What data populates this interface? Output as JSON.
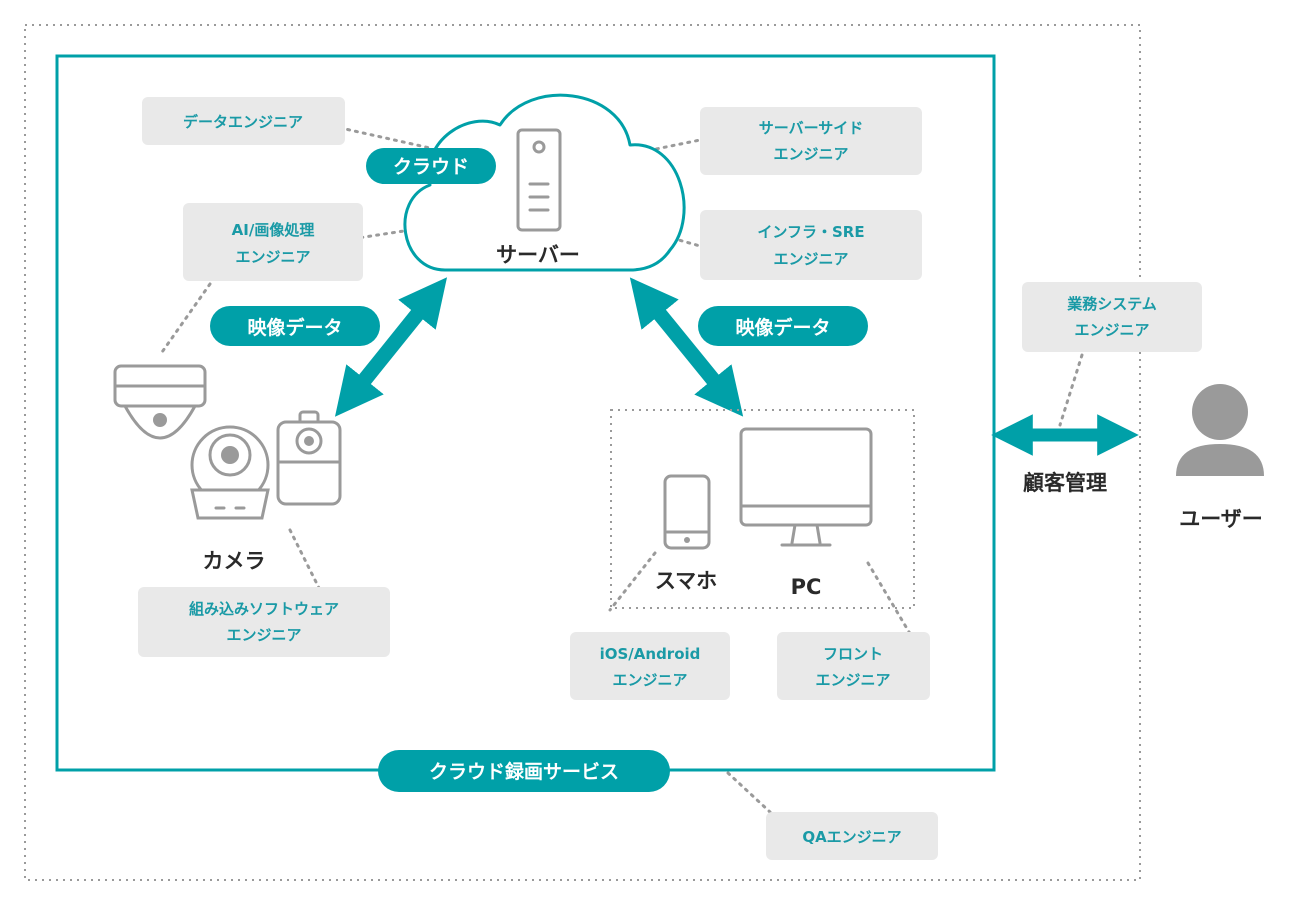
{
  "colors": {
    "accent": "#00a0a8",
    "role_text": "#1a9aa6",
    "box": "#e9e9e9",
    "device": "#9a9a9a"
  },
  "labels": {
    "cloud_pill": "クラウド",
    "server": "サーバー",
    "data_flow_left": "映像データ",
    "data_flow_right": "映像データ",
    "camera": "カメラ",
    "smartphone": "スマホ",
    "pc": "PC",
    "customer_mgmt": "顧客管理",
    "user": "ユーザー",
    "service_pill": "クラウド録画サービス"
  },
  "roles": {
    "data_engineer": [
      "データエンジニア"
    ],
    "server_side": [
      "サーバーサイド",
      "エンジニア"
    ],
    "ai": [
      "AI/画像処理",
      "エンジニア"
    ],
    "infra": [
      "インフラ・SRE",
      "エンジニア"
    ],
    "business": [
      "業務システム",
      "エンジニア"
    ],
    "embedded": [
      "組み込みソフトウェア",
      "エンジニア"
    ],
    "mobile": [
      "iOS/Android",
      "エンジニア"
    ],
    "front": [
      "フロント",
      "エンジニア"
    ],
    "qa": [
      "QAエンジニア"
    ]
  },
  "icons": [
    "cloud-icon",
    "server-icon",
    "dome-camera-icon",
    "round-camera-icon",
    "box-camera-icon",
    "smartphone-icon",
    "monitor-icon",
    "user-icon"
  ]
}
